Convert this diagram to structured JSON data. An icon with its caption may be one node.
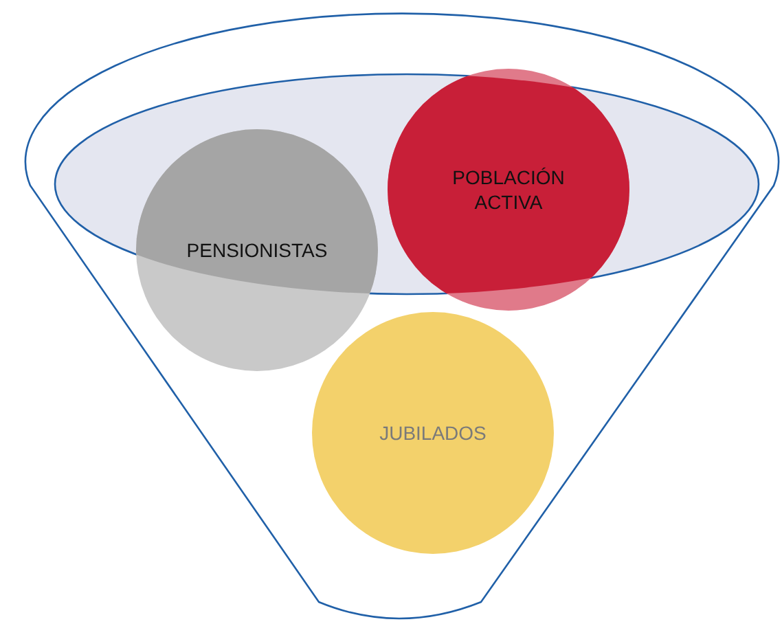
{
  "diagram": {
    "nodes": [
      {
        "text": [
          "PENSIONISTAS"
        ]
      },
      {
        "text": [
          "POBLACIÓN ACTIVA"
        ]
      },
      {
        "text": [
          "JUBILADOS"
        ]
      }
    ]
  }
}
